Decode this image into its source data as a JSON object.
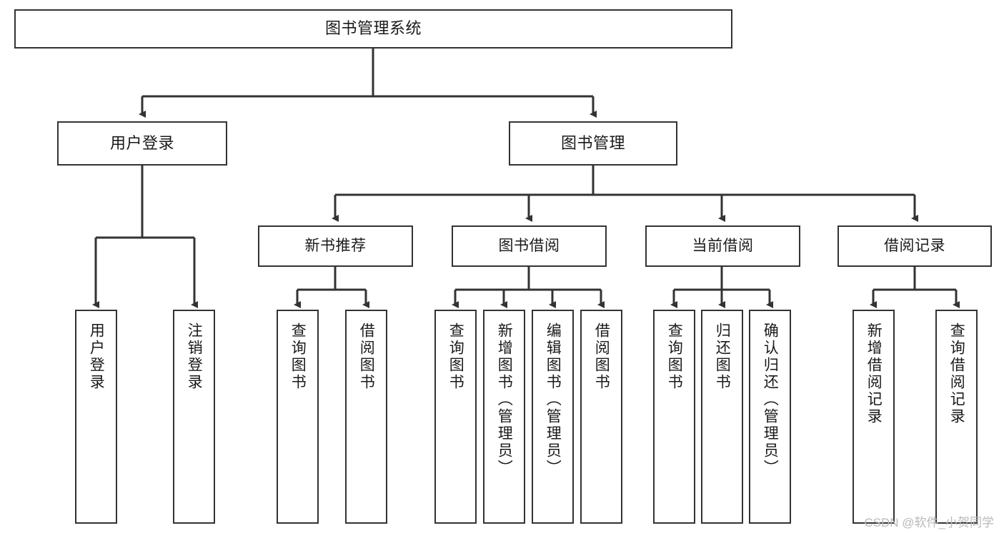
{
  "diagram": {
    "title": "图书管理系统",
    "root": {
      "label": "图书管理系统"
    },
    "level2": [
      {
        "label": "用户登录"
      },
      {
        "label": "图书管理"
      }
    ],
    "level3": [
      {
        "label": "新书推荐"
      },
      {
        "label": "图书借阅"
      },
      {
        "label": "当前借阅"
      },
      {
        "label": "借阅记录"
      }
    ],
    "leaves": {
      "user_login": [
        {
          "label": "用户登录"
        },
        {
          "label": "注销登录"
        }
      ],
      "new_book": [
        {
          "label": "查询图书"
        },
        {
          "label": "借阅图书"
        }
      ],
      "book_borrow": [
        {
          "label": "查询图书"
        },
        {
          "label": "新增图书（管理员）"
        },
        {
          "label": "编辑图书（管理员）"
        },
        {
          "label": "借阅图书"
        }
      ],
      "current_borrow": [
        {
          "label": "查询图书"
        },
        {
          "label": "归还图书"
        },
        {
          "label": "确认归还（管理员）"
        }
      ],
      "borrow_record": [
        {
          "label": "新增借阅记录"
        },
        {
          "label": "查询借阅记录"
        }
      ]
    },
    "watermark": "CSDN @软件_小贺同学",
    "colors": {
      "stroke": "#333333",
      "text": "#1a1a1a",
      "background": "#ffffff",
      "watermark": "#b9b9b9"
    }
  }
}
